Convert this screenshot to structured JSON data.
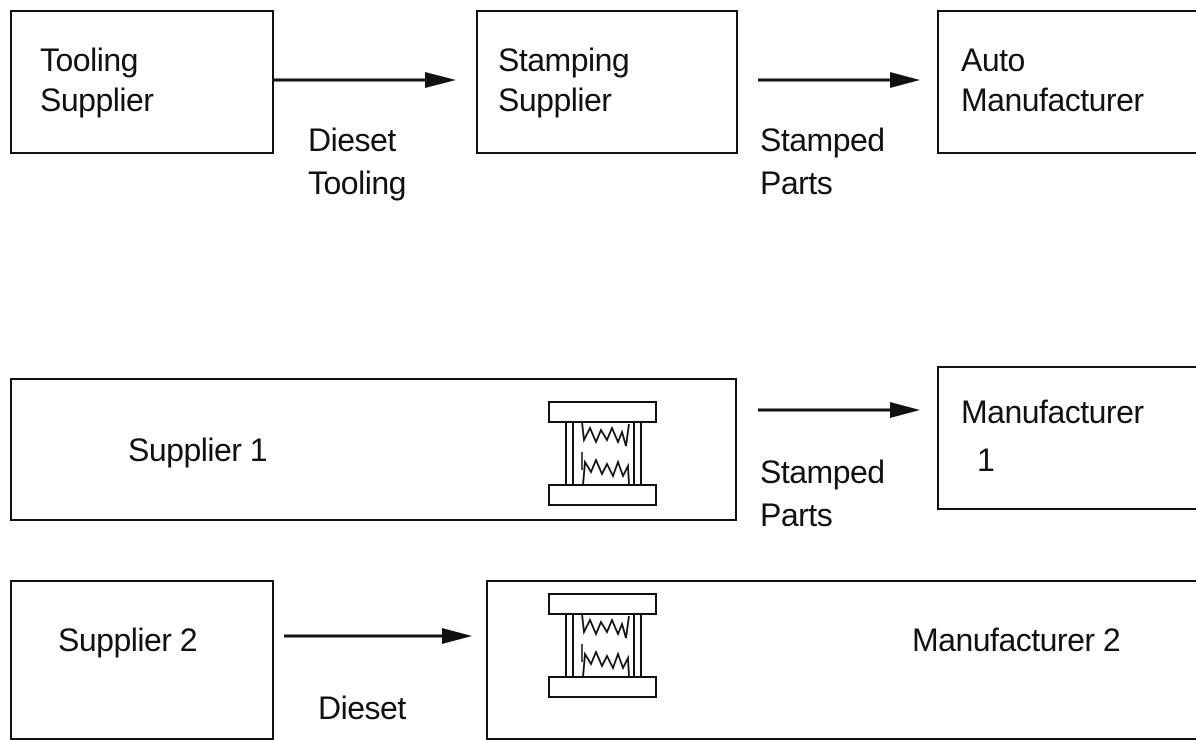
{
  "row1": {
    "tooling_supplier": [
      "Tooling",
      "Supplier"
    ],
    "dieset_tooling": [
      "Dieset",
      "Tooling"
    ],
    "stamping_supplier": [
      "Stamping",
      "Supplier"
    ],
    "stamped_parts": [
      "Stamped",
      "Parts"
    ],
    "auto_manufacturer": [
      "Auto",
      "Manufacturer"
    ]
  },
  "row2": {
    "supplier_1": "Supplier 1",
    "stamped_parts": [
      "Stamped",
      "Parts"
    ],
    "manufacturer_1": [
      "Manufacturer",
      "1"
    ]
  },
  "row3": {
    "supplier_2": "Supplier 2",
    "dieset": "Dieset",
    "manufacturer_2": "Manufacturer 2"
  }
}
